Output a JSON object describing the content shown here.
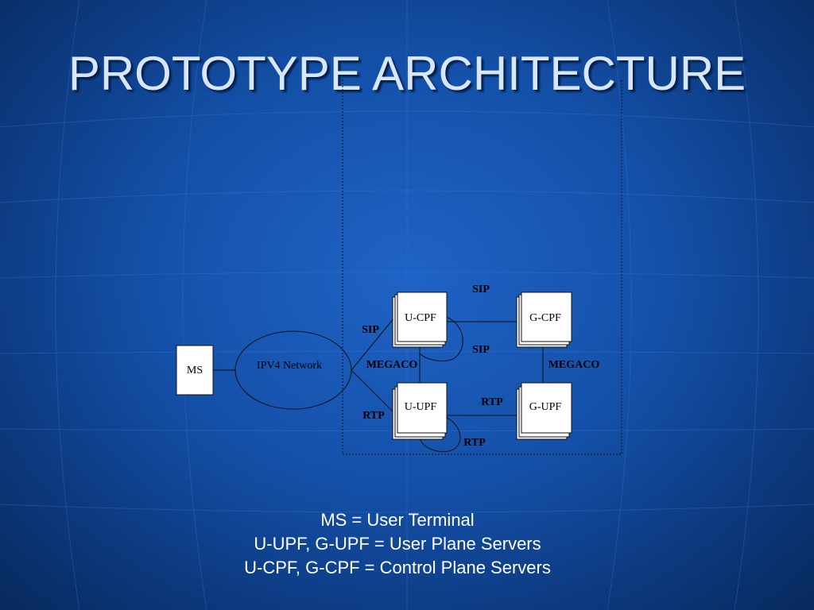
{
  "slide": {
    "title": "PROTOTYPE ARCHITECTURE"
  },
  "diagram": {
    "nodes": {
      "ms": "MS",
      "ipv4": "IPV4 Network",
      "ucpf": "U-CPF",
      "gcpf": "G-CPF",
      "uupf": "U-UPF",
      "gupf": "G-UPF"
    },
    "protocols": {
      "sip_top": "SIP",
      "sip_left": "SIP",
      "sip_mid": "SIP",
      "megaco_left": "MEGACO",
      "megaco_right": "MEGACO",
      "rtp_left": "RTP",
      "rtp_mid": "RTP",
      "rtp_bottom": "RTP"
    }
  },
  "legend": {
    "lines": [
      "MS = User Terminal",
      "U-UPF, G-UPF = User Plane Servers",
      "U-CPF, G-CPF = Control Plane Servers"
    ]
  },
  "colors": {
    "title_text": "#d8e6ff",
    "background": "#1450a8",
    "box_fill": "#ffffff"
  }
}
